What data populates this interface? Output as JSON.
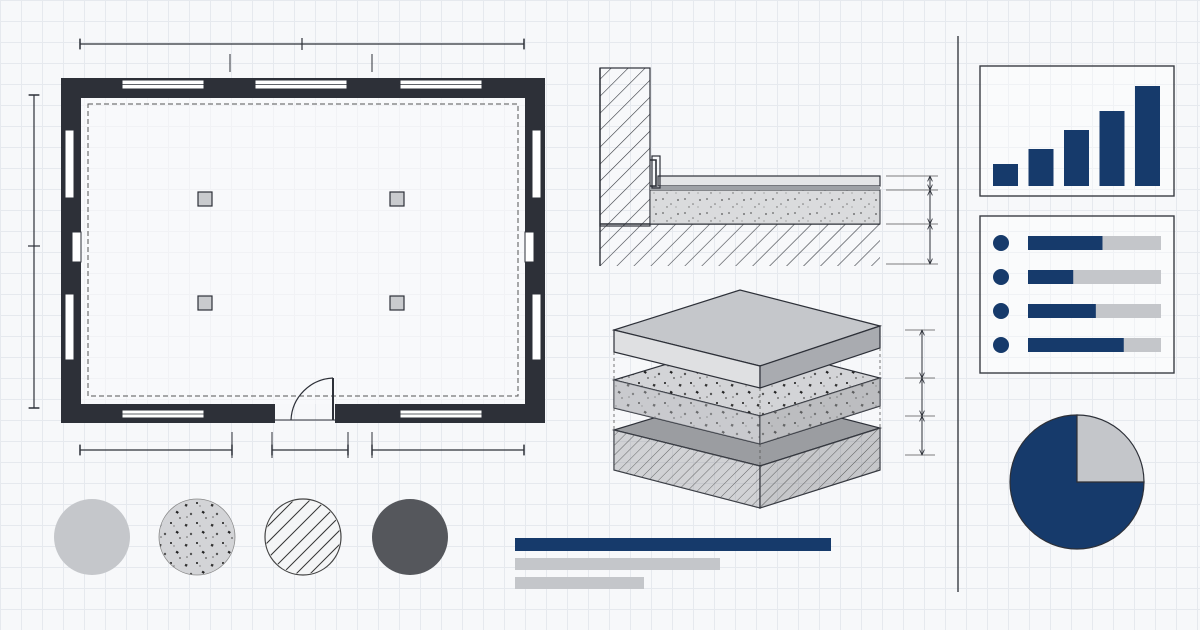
{
  "colors": {
    "navy": "#163a6b",
    "bar_grey": "#c4c6ca",
    "wall": "#2d3038",
    "line": "#2d3038",
    "material_light": "#c5c7cb",
    "material_dark": "#55575c"
  },
  "icons": {
    "column_markers": [
      "column-marker-icon",
      "column-marker-icon",
      "column-marker-icon",
      "column-marker-icon"
    ],
    "bullets": [
      "bullet-dot-icon",
      "bullet-dot-icon",
      "bullet-dot-icon",
      "bullet-dot-icon"
    ],
    "swatches": [
      "smooth-concrete-swatch-icon",
      "terrazzo-swatch-icon",
      "hatched-swatch-icon",
      "dark-slate-swatch-icon"
    ]
  },
  "chart_data": [
    {
      "type": "bar",
      "categories": [
        "",
        "",
        "",
        "",
        ""
      ],
      "values": [
        22,
        37,
        56,
        75,
        100
      ],
      "ylim": [
        0,
        100
      ],
      "grid": false
    },
    {
      "type": "bar",
      "orientation": "horizontal",
      "categories": [
        "",
        "",
        "",
        ""
      ],
      "values": [
        56,
        34,
        51,
        72
      ],
      "xlim": [
        0,
        100
      ],
      "grid": false
    },
    {
      "type": "pie",
      "categories": [
        "",
        ""
      ],
      "values": [
        75,
        25
      ]
    }
  ]
}
